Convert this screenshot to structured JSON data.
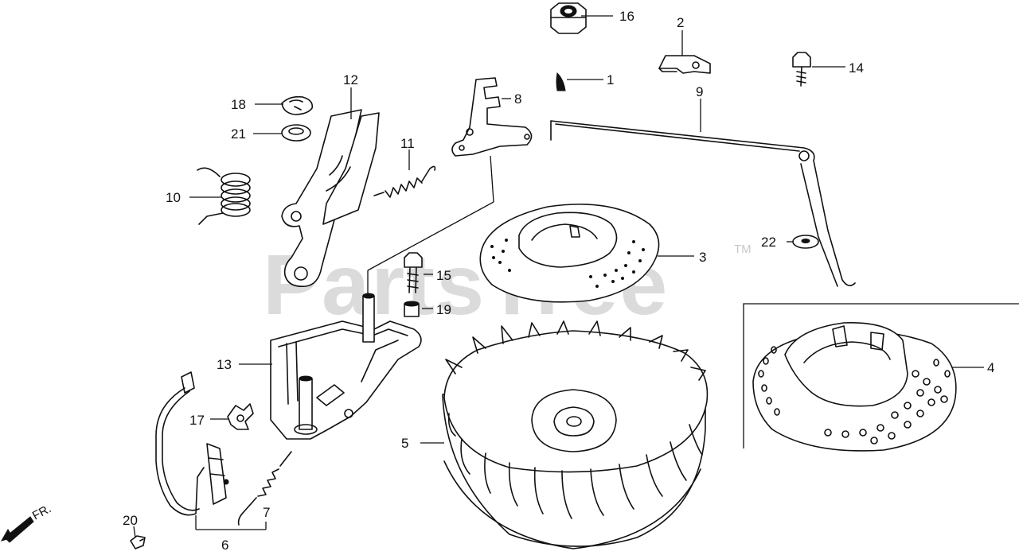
{
  "watermark": {
    "text": "PartsTree",
    "trademark": "TM"
  },
  "direction_marker": "FR.",
  "callouts": {
    "p1": "1",
    "p2": "2",
    "p3": "3",
    "p4": "4",
    "p5": "5",
    "p6": "6",
    "p7": "7",
    "p8": "8",
    "p9": "9",
    "p10": "10",
    "p11": "11",
    "p12": "12",
    "p13": "13",
    "p14": "14",
    "p15": "15",
    "p16": "16",
    "p17": "17",
    "p18": "18",
    "p19": "19",
    "p20": "20",
    "p21": "21",
    "p22": "22"
  }
}
